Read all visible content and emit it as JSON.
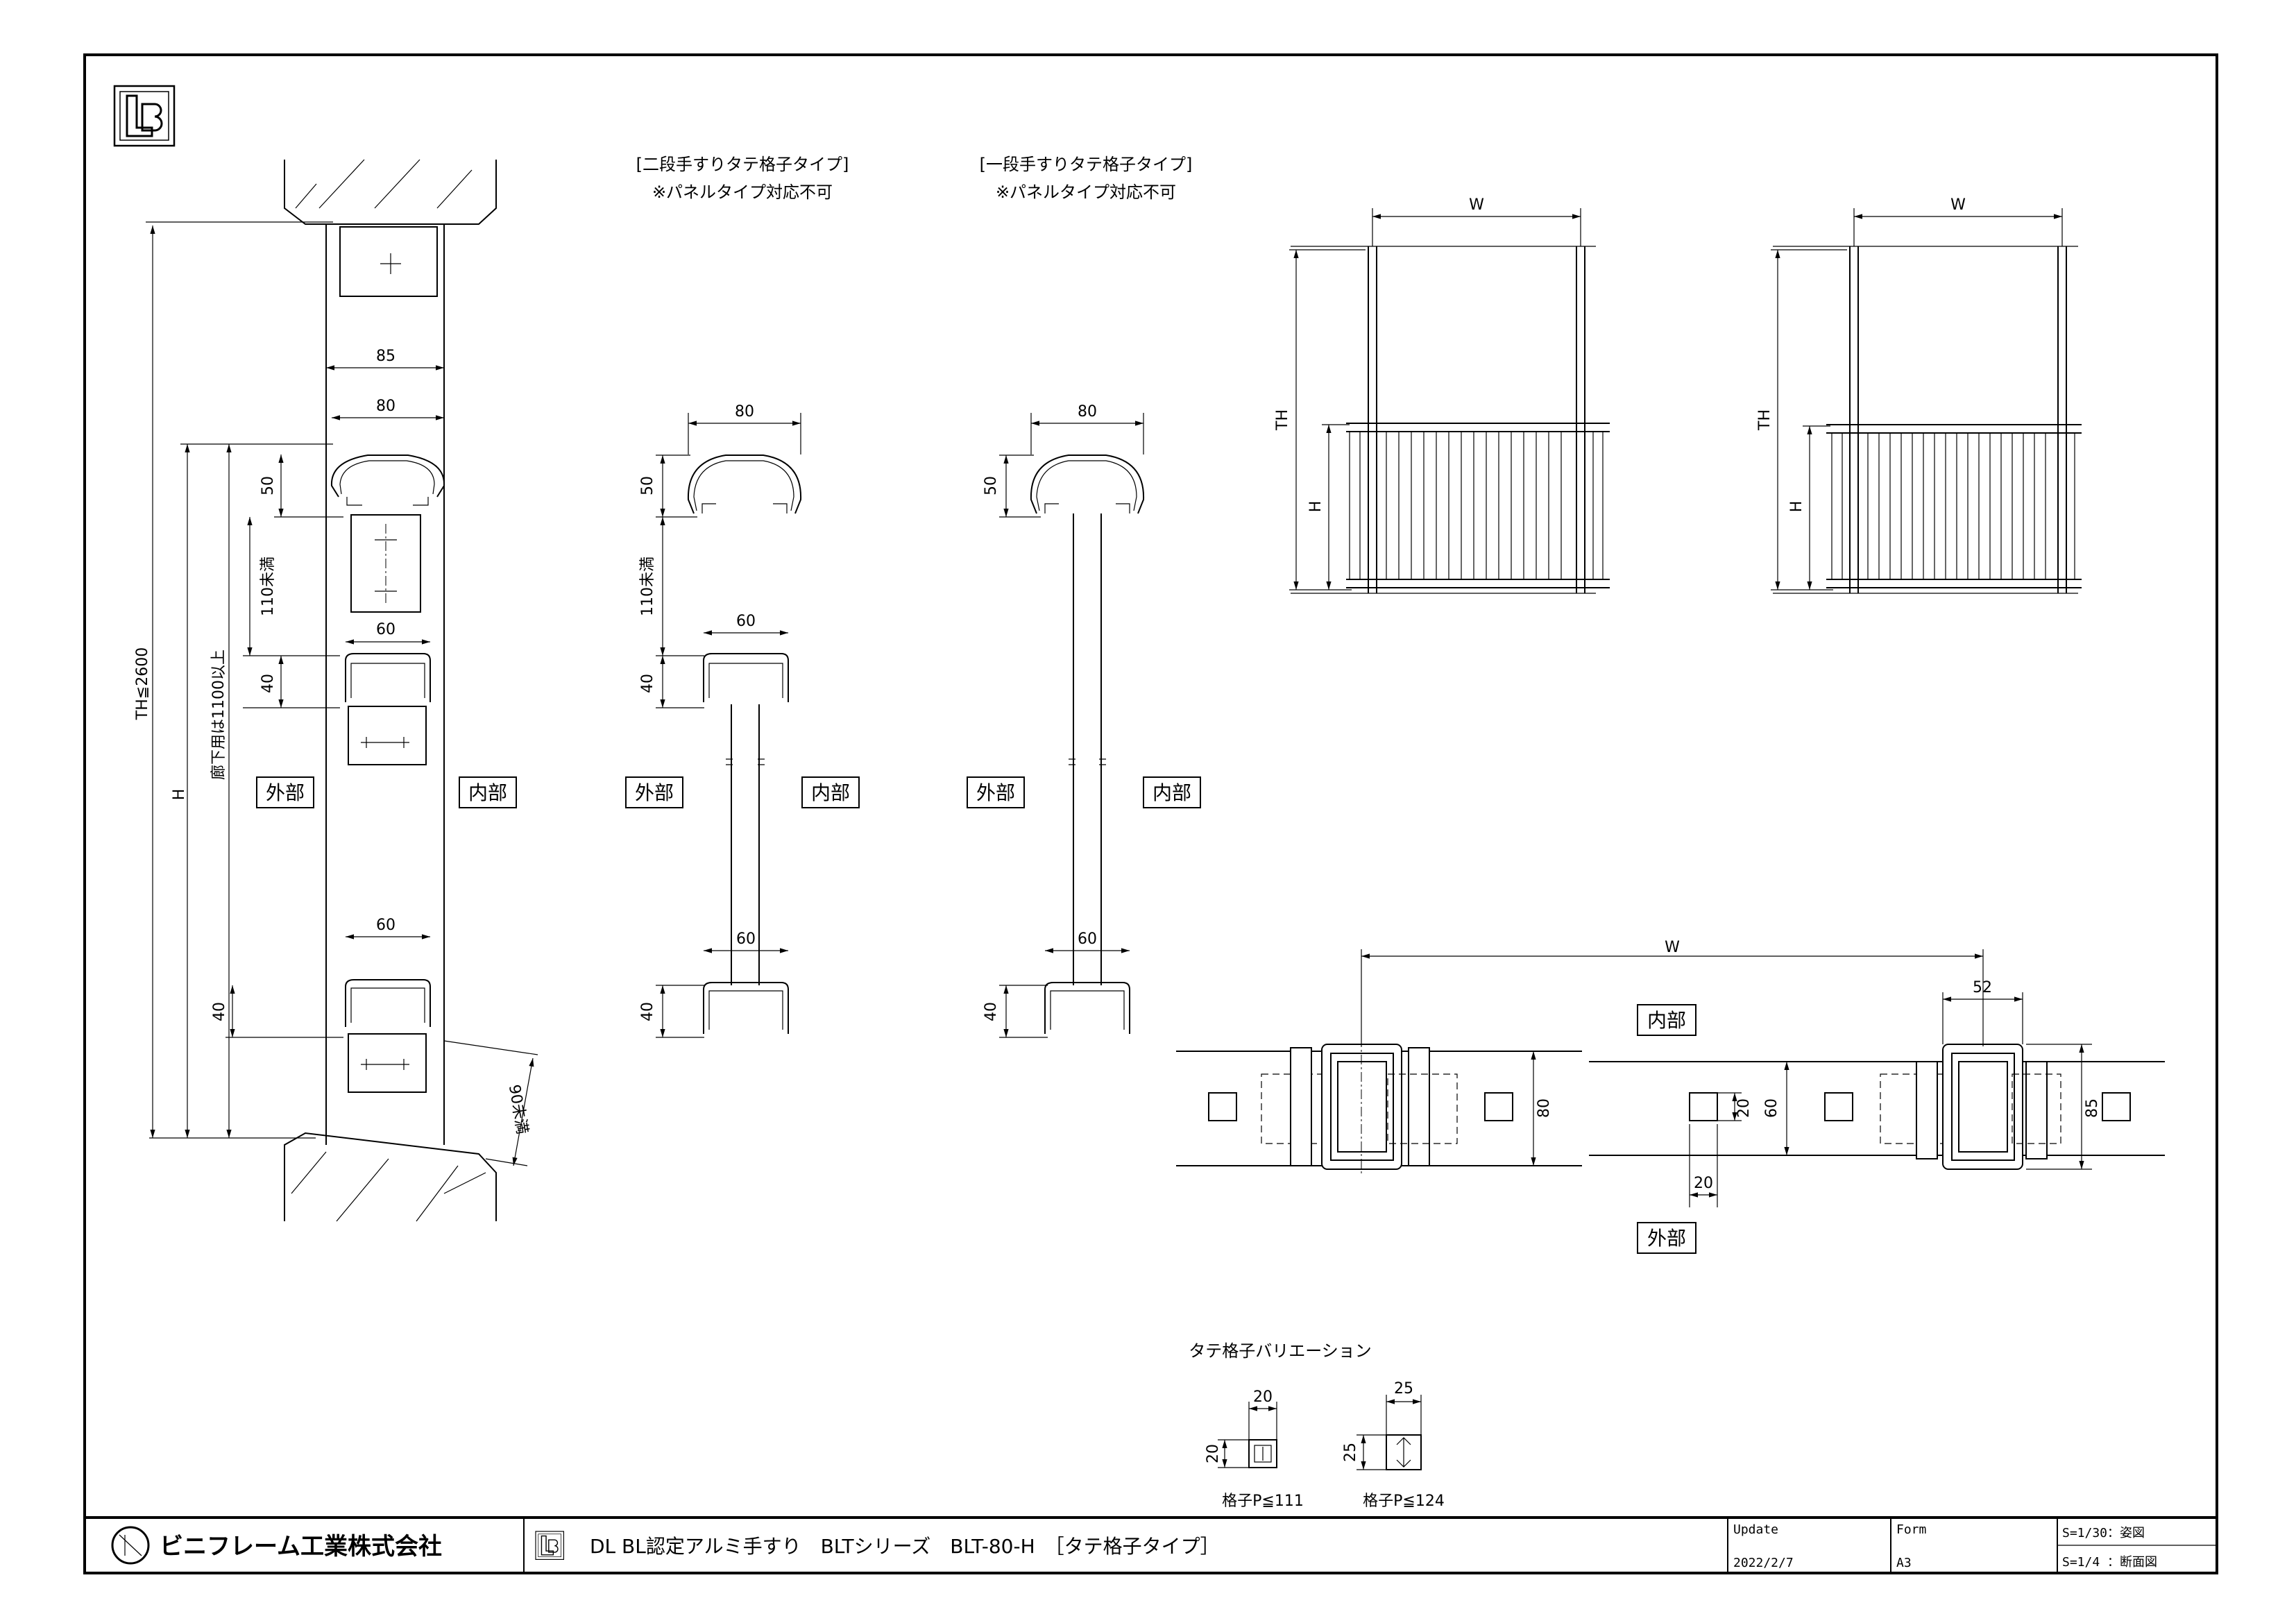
{
  "side_labels": {
    "outside": "外部",
    "inside": "内部"
  },
  "section_main": {
    "dims": {
      "w85": "85",
      "w80": "80",
      "w60a": "60",
      "w60b": "60",
      "h50": "50",
      "h40a": "40",
      "h40b": "40",
      "gap110": "110未満",
      "corridor": "廊下用は1100以上",
      "th_max": "TH≦2600",
      "h": "H",
      "gap90": "90未満"
    }
  },
  "section_two_rail": {
    "title": "[二段手すりタテ格子タイプ]",
    "note": "※パネルタイプ対応不可",
    "dims": {
      "w80": "80",
      "w60a": "60",
      "w60b": "60",
      "h50": "50",
      "h40a": "40",
      "h40b": "40",
      "gap110": "110未満"
    }
  },
  "section_one_rail": {
    "title": "[一段手すりタテ格子タイプ]",
    "note": "※パネルタイプ対応不可",
    "dims": {
      "w80": "80",
      "w60": "60",
      "h50": "50",
      "h40": "40"
    }
  },
  "elevation_a": {
    "w": "W",
    "th": "TH",
    "h": "H"
  },
  "elevation_b": {
    "w": "W",
    "th": "TH",
    "h": "H"
  },
  "plan": {
    "w": "W",
    "d52": "52",
    "d80": "80",
    "d60": "60",
    "d20a": "20",
    "d20b": "20",
    "d85": "85"
  },
  "baluster_variations": {
    "title": "タテ格子バリエーション",
    "items": [
      {
        "w": "20",
        "h": "20",
        "label": "格子P≦111"
      },
      {
        "w": "25",
        "h": "25",
        "label": "格子P≦124"
      }
    ]
  },
  "title_block": {
    "company": "ビニフレーム工業株式会社",
    "drawing_title": "DL BL認定アルミ手すり　BLTシリーズ　BLT-80-H　［タテ格子タイプ］",
    "update_label": "Update",
    "update_value": "2022/2/7",
    "form_label": "Form",
    "form_value": "A3",
    "scale_1": "S=1/30：姿図",
    "scale_2": "S=1/4 ：断面図"
  }
}
